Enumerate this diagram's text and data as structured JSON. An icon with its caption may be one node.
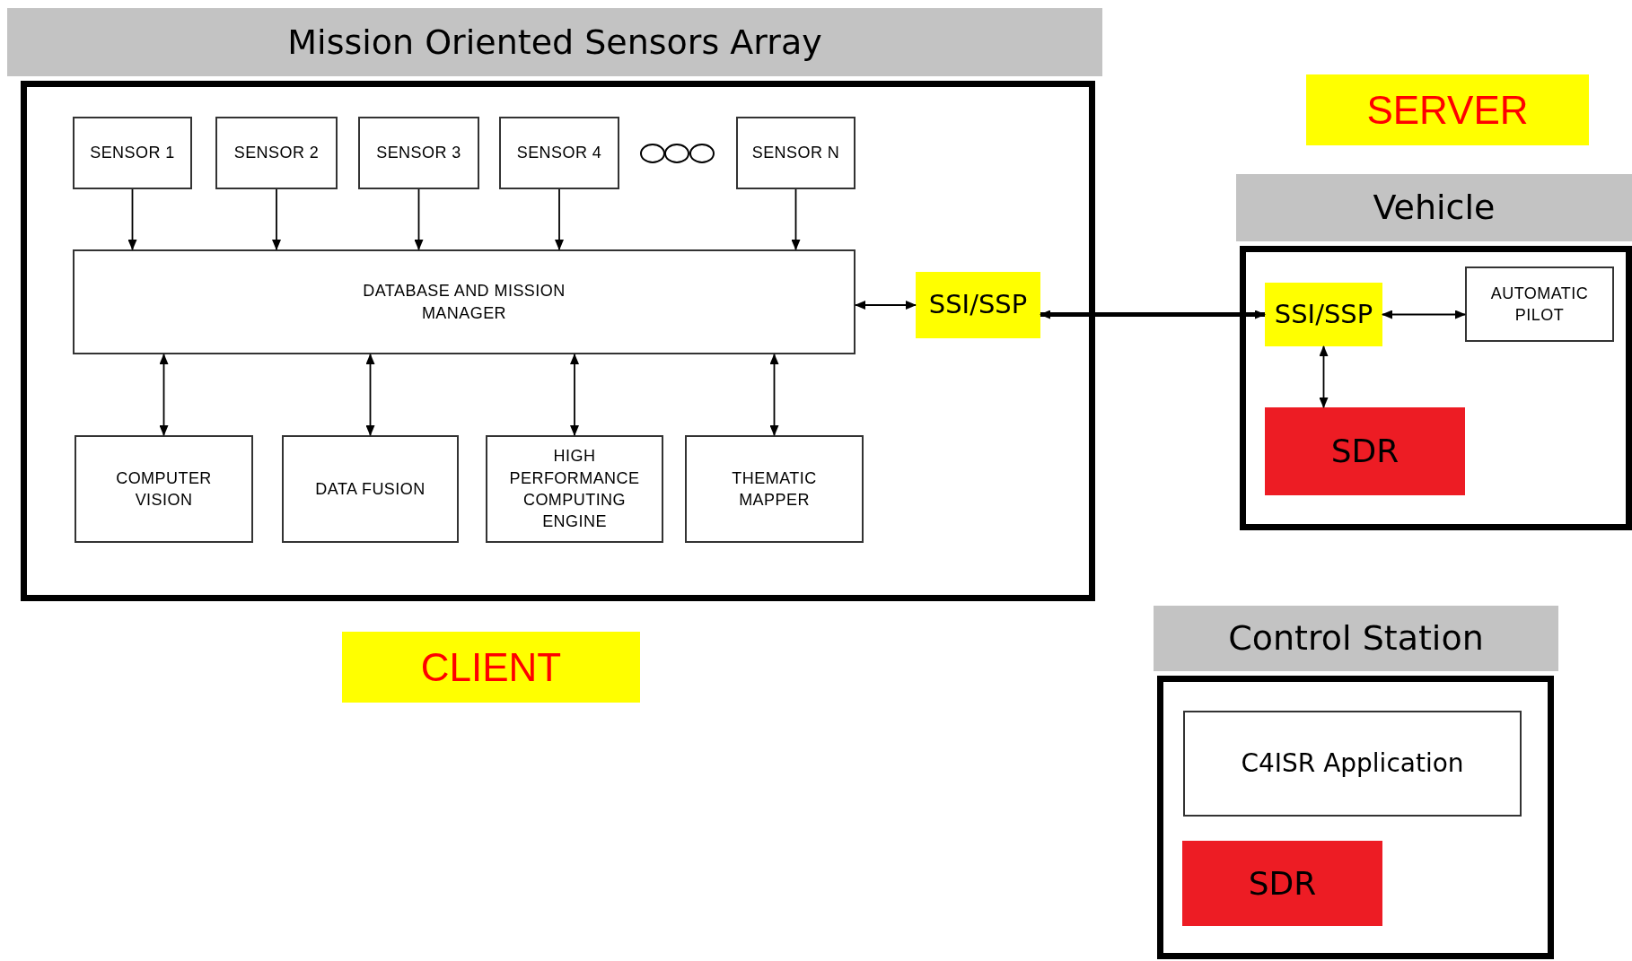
{
  "diagram": {
    "nodes": [
      {
        "text": [
          "Mission Oriented Sensors Array"
        ]
      },
      {
        "text": [
          "SENSOR 1"
        ],
        "in": 0
      },
      {
        "text": [
          "SENSOR 2"
        ],
        "in": 0
      },
      {
        "text": [
          "SENSOR 3"
        ],
        "in": 0
      },
      {
        "text": [
          "SENSOR 4"
        ],
        "in": 0
      },
      {
        "text": [
          "SENSOR N"
        ],
        "in": 0
      },
      {
        "text": [
          "DATABASE AND MISSION MANAGER"
        ],
        "in": 0
      },
      {
        "text": [
          "SSI/SSP"
        ],
        "in": 0
      },
      {
        "text": [
          "COMPUTER VISION"
        ],
        "in": 0
      },
      {
        "text": [
          "DATA FUSION"
        ],
        "in": 0
      },
      {
        "text": [
          "HIGH PERFORMANCE COMPUTING ENGINE"
        ],
        "in": 0
      },
      {
        "text": [
          "THEMATIC MAPPER"
        ],
        "in": 0
      },
      {
        "text": [
          "CLIENT"
        ]
      },
      {
        "text": [
          "SERVER"
        ]
      },
      {
        "text": [
          "Vehicle"
        ]
      },
      {
        "text": [
          "SSI/SSP"
        ],
        "in": 14
      },
      {
        "text": [
          "AUTOMATIC PILOT"
        ],
        "in": 14
      },
      {
        "text": [
          "SDR"
        ],
        "in": 14
      },
      {
        "text": [
          "Control Station"
        ]
      },
      {
        "text": [
          "C4ISR Application"
        ],
        "in": 18
      },
      {
        "text": [
          "SDR"
        ],
        "in": 18
      }
    ],
    "edges": [
      {
        "from": 1,
        "to": 6,
        "arrow": "to"
      },
      {
        "from": 2,
        "to": 6,
        "arrow": "to"
      },
      {
        "from": 3,
        "to": 6,
        "arrow": "to"
      },
      {
        "from": 4,
        "to": 6,
        "arrow": "to"
      },
      {
        "from": 5,
        "to": 6,
        "arrow": "to"
      },
      {
        "from": 6,
        "to": 7,
        "arrow": "both"
      },
      {
        "from": 6,
        "to": 8,
        "arrow": "both"
      },
      {
        "from": 6,
        "to": 9,
        "arrow": "both"
      },
      {
        "from": 6,
        "to": 10,
        "arrow": "both"
      },
      {
        "from": 6,
        "to": 11,
        "arrow": "both"
      },
      {
        "from": 7,
        "to": 15,
        "arrow": "both",
        "style": "thick"
      },
      {
        "from": 15,
        "to": 16,
        "arrow": "both"
      },
      {
        "from": 15,
        "to": 17,
        "arrow": "both"
      }
    ]
  }
}
